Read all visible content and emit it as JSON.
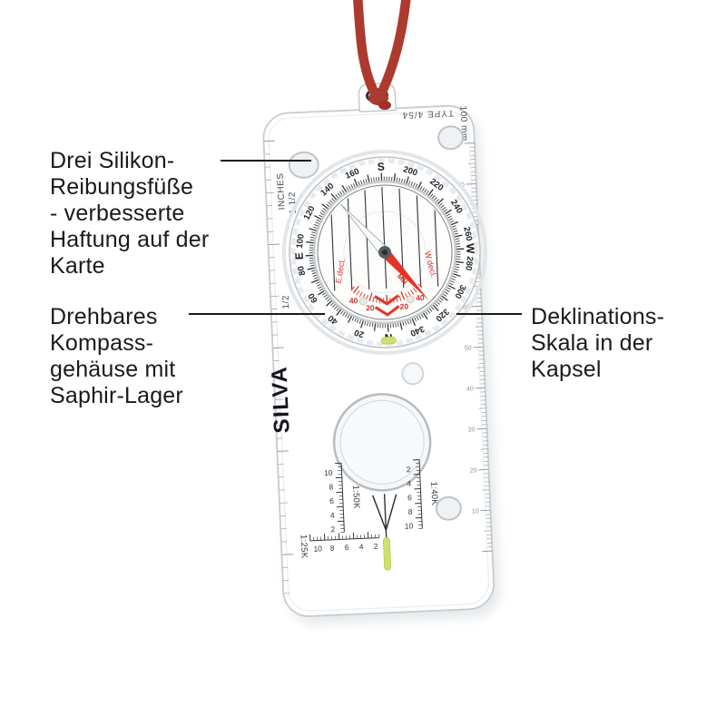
{
  "annotations": {
    "feet": {
      "lines": [
        "Drei Silikon-",
        "Reibungsfüße",
        "- verbesserte",
        "Haftung auf der",
        "Karte"
      ]
    },
    "housing": {
      "lines": [
        "Drehbares",
        "Kompass-",
        "gehäuse mit",
        "Saphir-Lager"
      ]
    },
    "declination": {
      "lines": [
        "Deklinations-",
        "Skala in der",
        "Kapsel"
      ]
    }
  },
  "compass": {
    "brand": "SILVA",
    "type_label": "TYPE 4/54",
    "right_ruler": {
      "label": "100 mm",
      "numbers": [
        "10",
        "20",
        "30",
        "40",
        "50",
        "60",
        "70",
        "80",
        "90"
      ]
    },
    "inch_ruler": {
      "label": "INCHES",
      "marks": [
        "1 1/2",
        "1/2"
      ]
    },
    "bezel": {
      "labels": [
        {
          "a": 0,
          "t": "S",
          "c": true
        },
        {
          "a": 20,
          "t": "200"
        },
        {
          "a": 40,
          "t": "220"
        },
        {
          "a": 60,
          "t": "240"
        },
        {
          "a": 80,
          "t": "260"
        },
        {
          "a": 90,
          "t": "W",
          "c": true
        },
        {
          "a": 100,
          "t": "280"
        },
        {
          "a": 120,
          "t": "300"
        },
        {
          "a": 140,
          "t": "320"
        },
        {
          "a": 160,
          "t": "340"
        },
        {
          "a": 180,
          "t": "N",
          "c": true
        },
        {
          "a": 200,
          "t": "20"
        },
        {
          "a": 220,
          "t": "40"
        },
        {
          "a": 240,
          "t": "60"
        },
        {
          "a": 260,
          "t": "80"
        },
        {
          "a": 270,
          "t": "E",
          "c": true
        },
        {
          "a": 280,
          "t": "100"
        },
        {
          "a": 300,
          "t": "120"
        },
        {
          "a": 320,
          "t": "140"
        },
        {
          "a": 340,
          "t": "160"
        }
      ]
    },
    "dial": {
      "east_label": "E.decl.",
      "west_label": "W.decl.",
      "needle_label": "MN",
      "declination_numbers": [
        {
          "a": 215,
          "t": "40"
        },
        {
          "a": 197,
          "t": "20"
        },
        {
          "a": 163,
          "t": "20"
        },
        {
          "a": 145,
          "t": "40"
        }
      ]
    },
    "scales": [
      {
        "label": "1:40K",
        "numbers": [
          "2",
          "4",
          "6",
          "8",
          "10"
        ]
      },
      {
        "label": "1:50K",
        "numbers": [
          "10",
          "8",
          "6",
          "4",
          "2"
        ]
      },
      {
        "label": "1:25K",
        "numbers": [
          "10",
          "8",
          "6",
          "4",
          "2"
        ]
      }
    ],
    "colors": {
      "red": "#d23227",
      "cord": "#ad3a2f",
      "lume": "#cfe06b"
    }
  }
}
